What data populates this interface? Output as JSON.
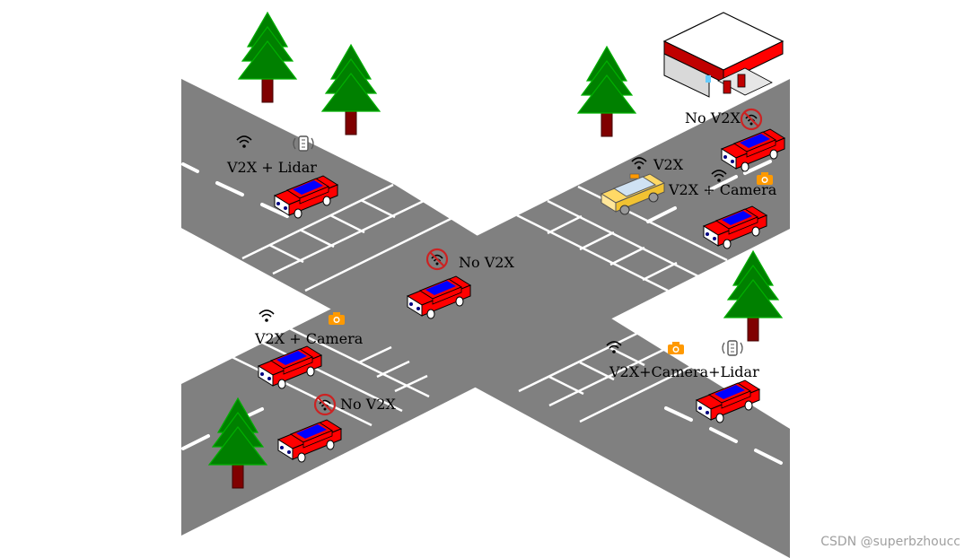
{
  "labels": {
    "nw_car": "V2X + Lidar",
    "center_car": "No V2X",
    "sw_car": "V2X + Camera",
    "sw_car2": "No V2X",
    "taxi": "V2X",
    "ne_car_top": "No V2X",
    "ne_car": "V2X + Camera",
    "se_car": "V2X+Camera+Lidar"
  },
  "watermark": "CSDN @superbzhoucc",
  "colors": {
    "road": "#808080",
    "car_body": "#ff0000",
    "car_window": "#0000ff",
    "taxi": "#ffd966",
    "tree": "#008000",
    "trunk": "#800000",
    "camera": "#ff9900",
    "no_signal": "#cc2222"
  }
}
